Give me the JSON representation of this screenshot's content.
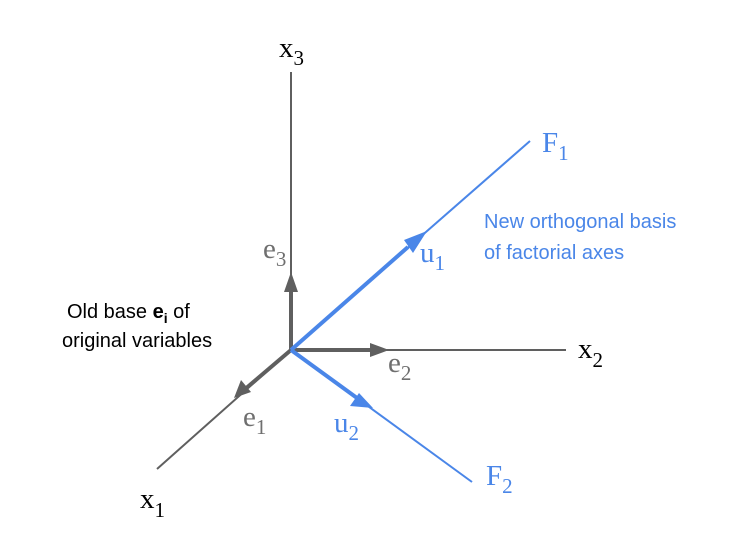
{
  "colors": {
    "gray": "#5f5f5f",
    "gray_text": "#6f6f6f",
    "blue": "#4a86e8",
    "dark": "#000000",
    "background": "#ffffff"
  },
  "labels": {
    "x1": {
      "main": "x",
      "sub": "1"
    },
    "x2": {
      "main": "x",
      "sub": "2"
    },
    "x3": {
      "main": "x",
      "sub": "3"
    },
    "e1": {
      "main": "e",
      "sub": "1"
    },
    "e2": {
      "main": "e",
      "sub": "2"
    },
    "e3": {
      "main": "e",
      "sub": "3"
    },
    "u1": {
      "main": "u",
      "sub": "1"
    },
    "u2": {
      "main": "u",
      "sub": "2"
    },
    "F1": {
      "main": "F",
      "sub": "1"
    },
    "F2": {
      "main": "F",
      "sub": "2"
    }
  },
  "notes": {
    "new_basis_line1": "New orthogonal basis",
    "new_basis_line2": "of factorial axes",
    "old_base_prefix": "Old base ",
    "old_base_symbol": "e",
    "old_base_subscript": "i",
    "old_base_suffix": " of",
    "old_base_line2": "original variables"
  }
}
